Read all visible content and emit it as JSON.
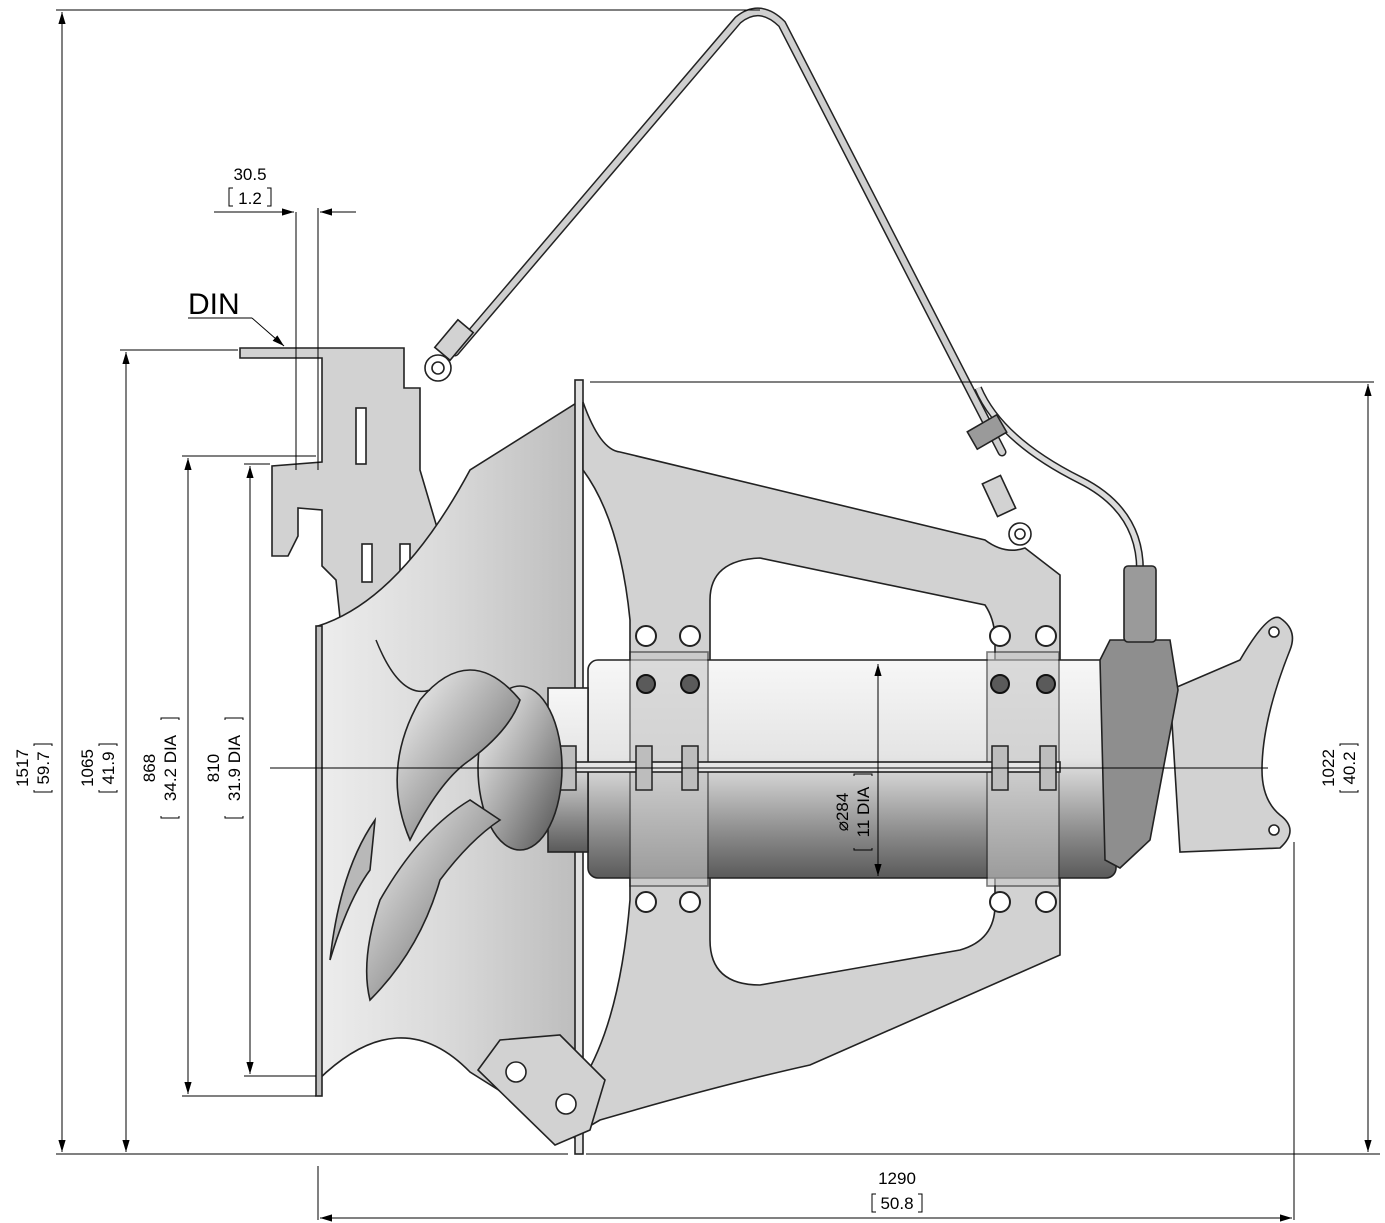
{
  "label": {
    "din": "DIN"
  },
  "dimensions": {
    "flange_offset": {
      "mm": "30.5",
      "inch": "1.2"
    },
    "overall_height": {
      "mm": "1517",
      "inch": "59.7"
    },
    "mount_height": {
      "mm": "1065",
      "inch": "41.9"
    },
    "ring_outer_dia": {
      "mm": "868",
      "inch": "34.2 DIA"
    },
    "ring_inner_dia": {
      "mm": "810",
      "inch": "31.9 DIA"
    },
    "motor_dia": {
      "mm": "⌀284",
      "inch": "11 DIA"
    },
    "frame_height": {
      "mm": "1022",
      "inch": "40.2"
    },
    "overall_length": {
      "mm": "1290",
      "inch": "50.8"
    }
  },
  "colors": {
    "line": "#000000",
    "part_fill": "#d2d2d2",
    "metal_light": "#f2f2f2",
    "metal_dark": "#6e6e6e"
  }
}
